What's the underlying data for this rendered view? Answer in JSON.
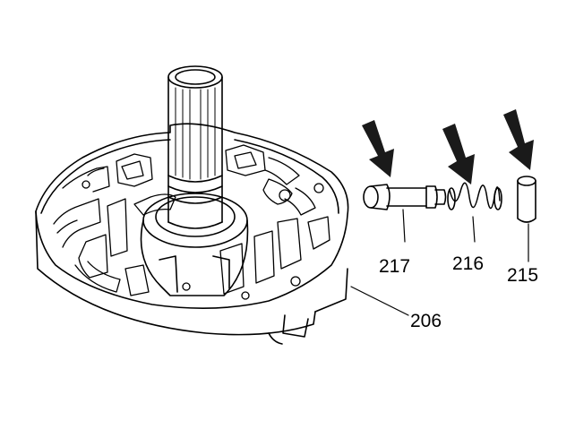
{
  "callouts": {
    "part_217": "217",
    "part_216": "216",
    "part_215": "215",
    "part_206": "206"
  },
  "colors": {
    "line": "#000000",
    "background": "#ffffff",
    "arrow": "#1a1a1a"
  }
}
